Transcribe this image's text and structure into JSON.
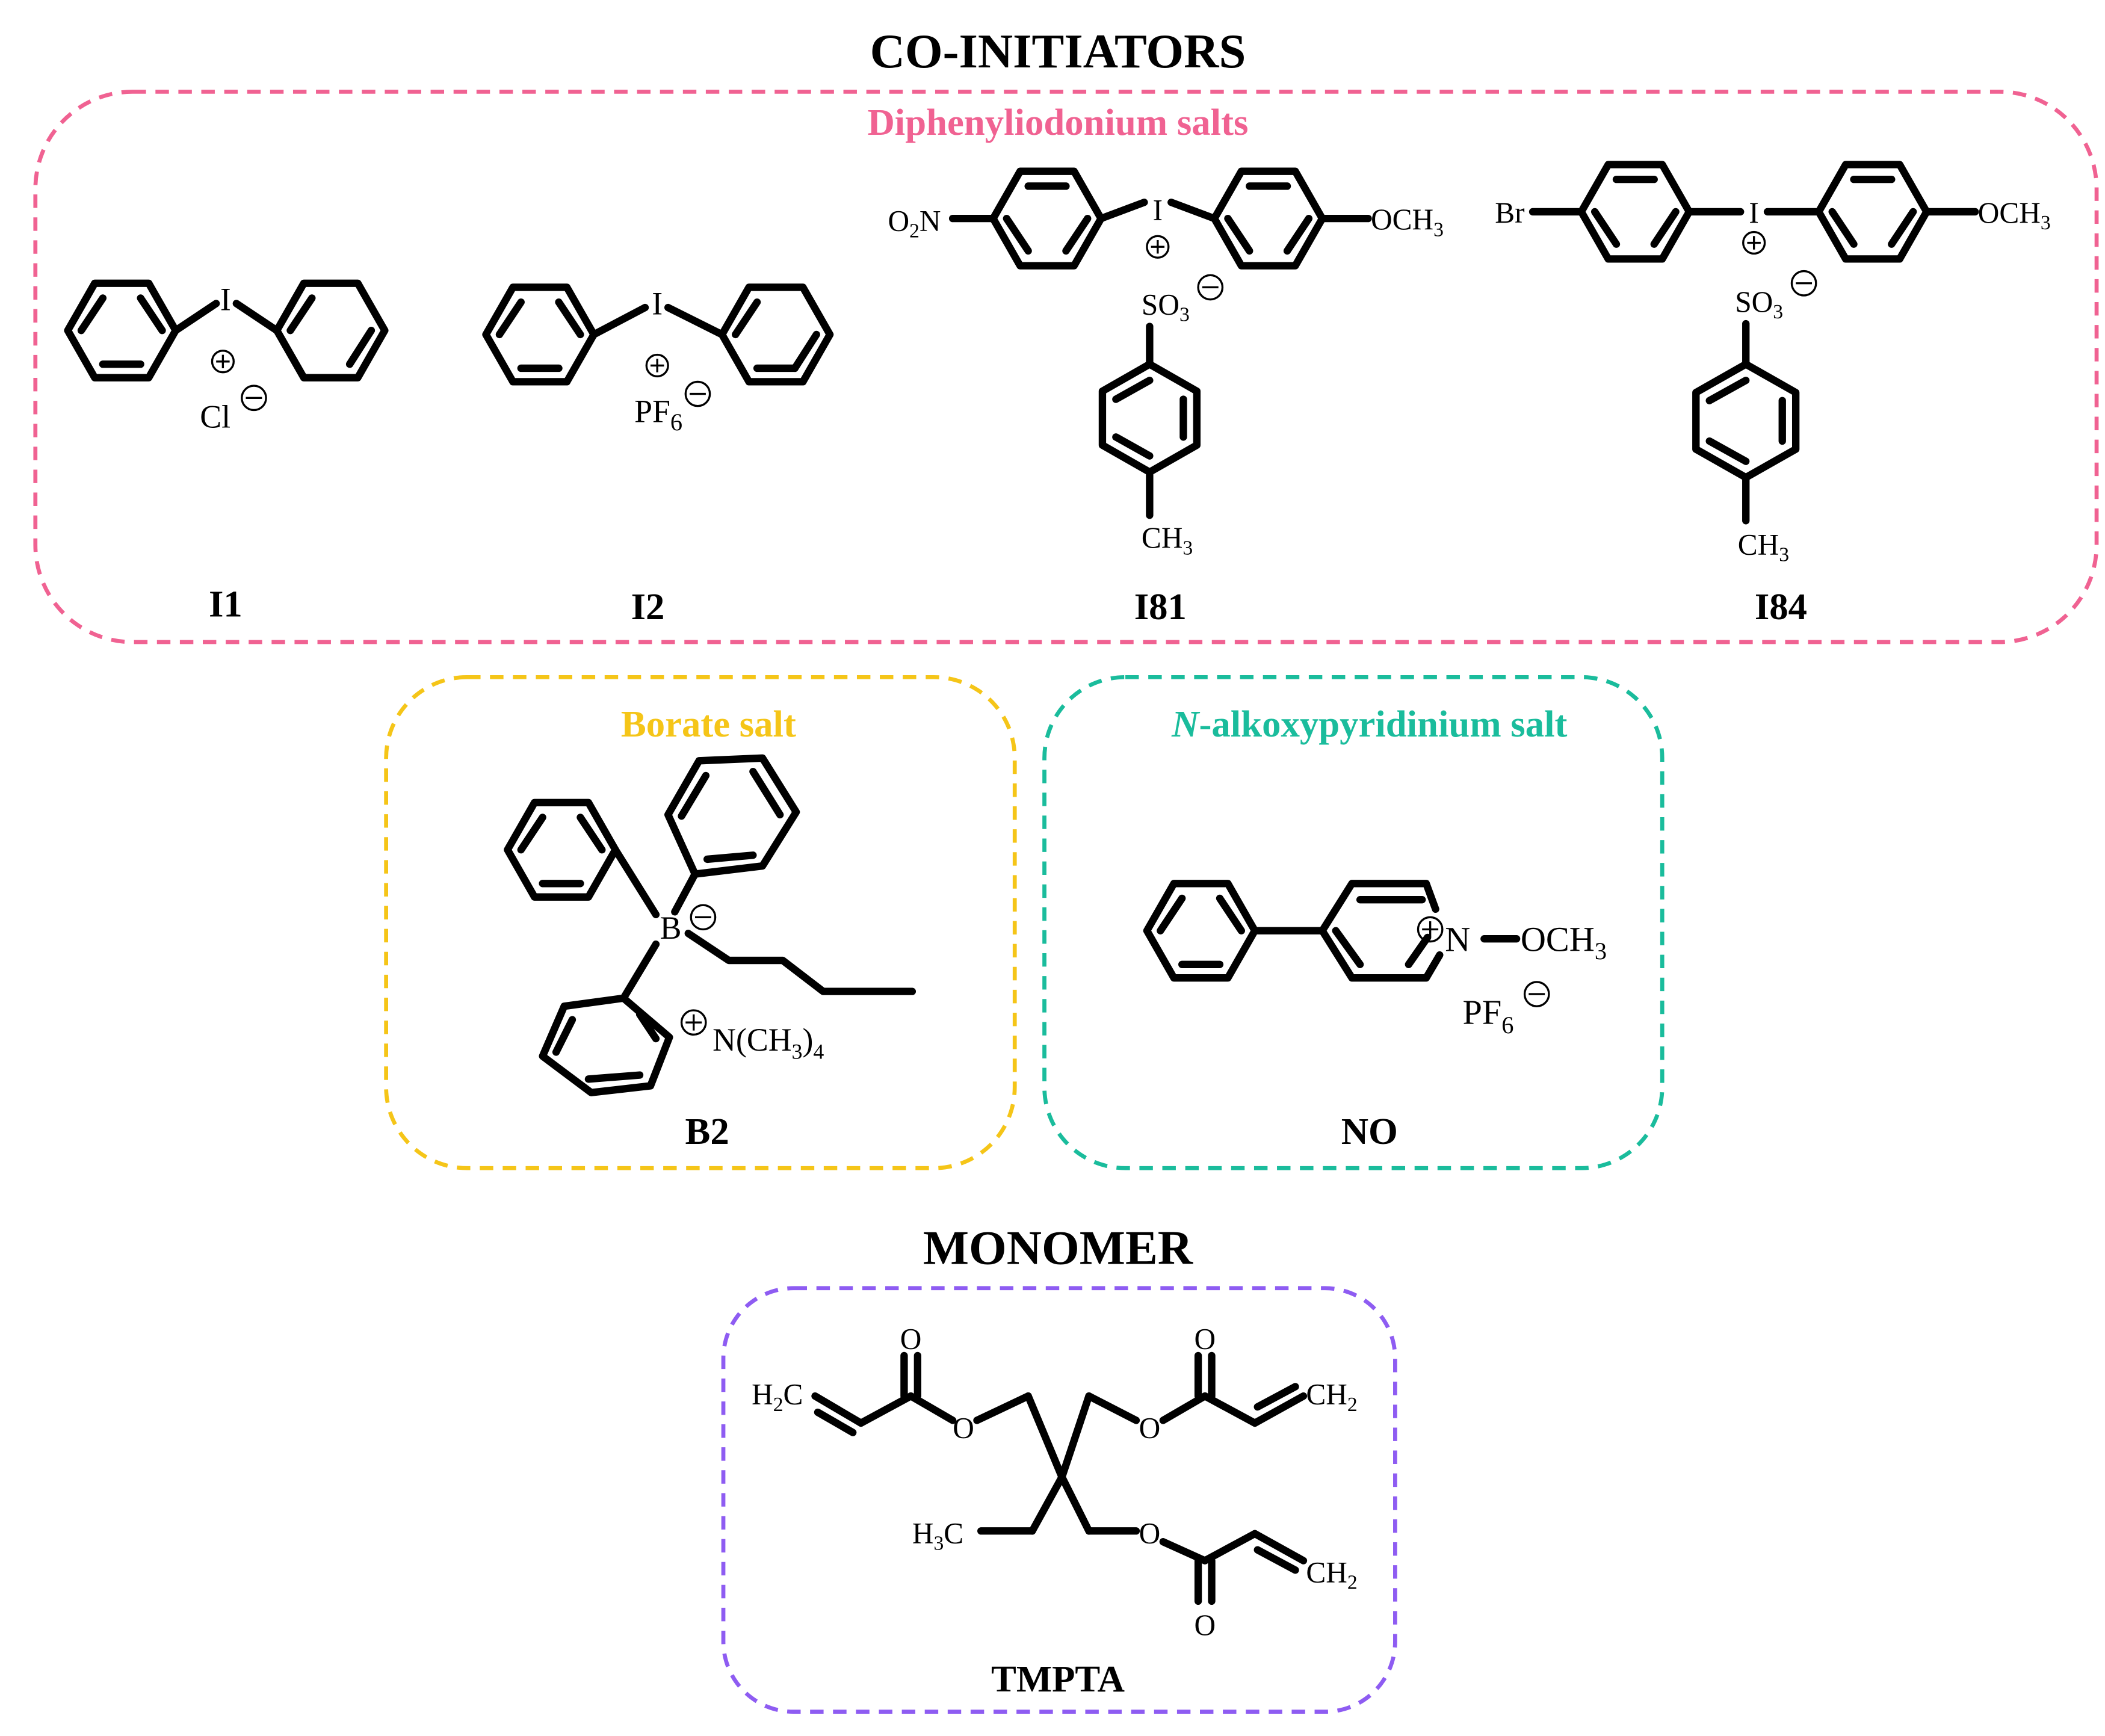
{
  "heading_coinitiators": "CO-INITIATORS",
  "heading_monomer": "MONOMER",
  "colors": {
    "iodonium_box": "#f06292",
    "borate_box": "#f5c518",
    "pyridinium_box": "#1abc9c",
    "monomer_box": "#8e5cf2",
    "structure": "#000000"
  },
  "groups": {
    "iodonium": {
      "title": "Diphenyliodonium salts",
      "compounds": [
        {
          "label": "I1",
          "center_atom": "I",
          "charge": "+",
          "counterion": "Cl",
          "counterion_charge": "−"
        },
        {
          "label": "I2",
          "center_atom": "I",
          "charge": "+",
          "counterion_main": "PF",
          "counterion_sub": "6",
          "counterion_charge": "−"
        },
        {
          "label": "I81",
          "center_atom": "I",
          "charge": "+",
          "left_main": "O",
          "left_sub": "2",
          "left_tail": "N",
          "right_main": "OCH",
          "right_sub": "3",
          "anion_main": "SO",
          "anion_sub": "3",
          "anion_charge": "−",
          "methyl_main": "CH",
          "methyl_sub": "3"
        },
        {
          "label": "I84",
          "center_atom": "I",
          "charge": "+",
          "left": "Br",
          "right_main": "OCH",
          "right_sub": "3",
          "anion_main": "SO",
          "anion_sub": "3",
          "anion_charge": "−",
          "methyl_main": "CH",
          "methyl_sub": "3"
        }
      ]
    },
    "borate": {
      "title": "Borate salt",
      "label": "B2",
      "center_atom": "B",
      "charge": "−",
      "cation_charge": "+",
      "cation_main": "N(CH",
      "cation_sub1": "3",
      "cation_close": ")",
      "cation_sub2": "4"
    },
    "pyridinium": {
      "title_italic": "N",
      "title_rest": "-alkoxypyridinium salt",
      "label": "NO",
      "n_atom": "N",
      "charge": "+",
      "substituent_main": "OCH",
      "substituent_sub": "3",
      "counterion_main": "PF",
      "counterion_sub": "6",
      "counterion_charge": "−"
    },
    "monomer": {
      "label": "TMPTA",
      "oxygen": "O",
      "vinyl_left_main": "H",
      "vinyl_left_sub": "2",
      "vinyl_left_tail": "C",
      "vinyl_right_main": "CH",
      "vinyl_right_sub": "2",
      "ethyl_main": "H",
      "ethyl_sub": "3",
      "ethyl_tail": "C"
    }
  }
}
